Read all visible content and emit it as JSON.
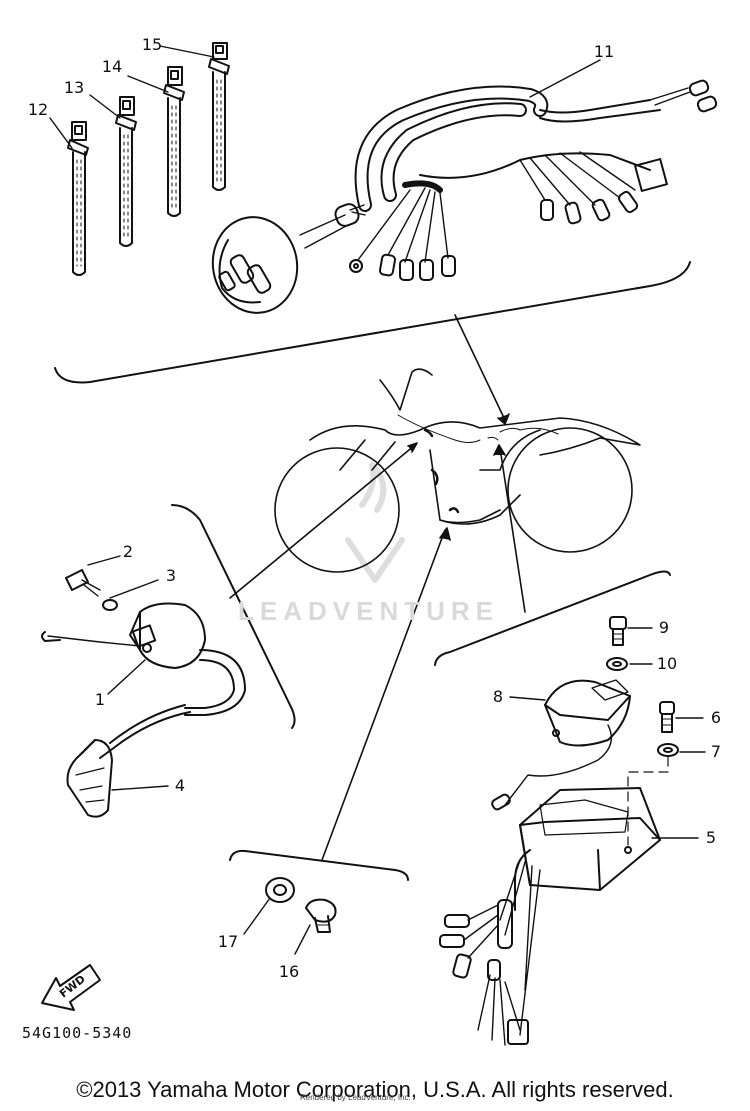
{
  "callouts": {
    "c1": "1",
    "c2": "2",
    "c3": "3",
    "c4": "4",
    "c5": "5",
    "c6": "6",
    "c7": "7",
    "c8": "8",
    "c9": "9",
    "c10": "10",
    "c11": "11",
    "c12": "12",
    "c13": "13",
    "c14": "14",
    "c15": "15",
    "c16": "16",
    "c17": "17"
  },
  "fwd_label": "FWD",
  "part_code": "54G100-5340",
  "copyright": "©2013 Yamaha Motor Corporation, U.S.A. All rights reserved.",
  "rendered_by": "Rendered by LeadVenture, Inc.",
  "watermark": "LEADVENTURE",
  "colors": {
    "ink": "#111111",
    "watermark": "#d9d9d9"
  }
}
